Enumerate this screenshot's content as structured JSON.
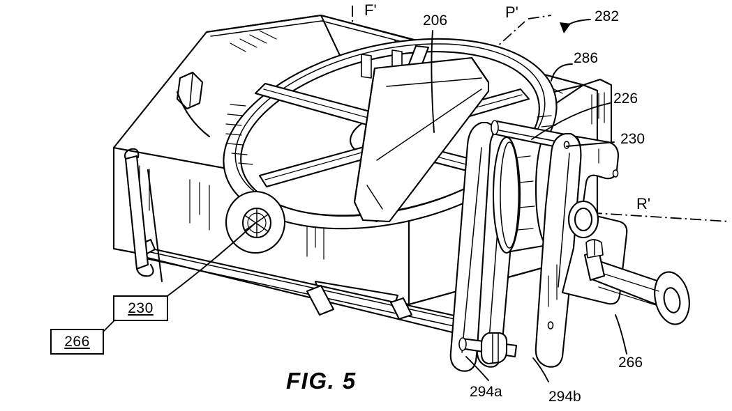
{
  "figure": {
    "caption": "FIG. 5",
    "background_color": "#ffffff",
    "line_color": "#000000",
    "type": "patent-line-drawing",
    "description": "Isometric patent drawing of a rotary turntable assembly mounted in a rectangular housing, with a pulley drum, bracket plates and a drive shaft"
  },
  "axis_labels": [
    {
      "id": "axis-f",
      "text": "F'",
      "orientation": "vertical",
      "style": "dash-dot"
    },
    {
      "id": "axis-p",
      "text": "P'",
      "orientation": "diagonal",
      "style": "dash-dot"
    },
    {
      "id": "axis-r",
      "text": "R'",
      "orientation": "diagonal",
      "style": "dash-dot"
    }
  ],
  "reference_numerals": [
    {
      "id": "ref-206",
      "text": "206",
      "boxed": false,
      "underlined": false
    },
    {
      "id": "ref-282",
      "text": "282",
      "boxed": false,
      "underlined": false,
      "has_arrow": true
    },
    {
      "id": "ref-286",
      "text": "286",
      "boxed": false,
      "underlined": false
    },
    {
      "id": "ref-226",
      "text": "226",
      "boxed": false,
      "underlined": false
    },
    {
      "id": "ref-230-right",
      "text": "230",
      "boxed": false,
      "underlined": false
    },
    {
      "id": "ref-266-right",
      "text": "266",
      "boxed": false,
      "underlined": false
    },
    {
      "id": "ref-294a",
      "text": "294a",
      "boxed": false,
      "underlined": false
    },
    {
      "id": "ref-294b",
      "text": "294b",
      "boxed": false,
      "underlined": false
    }
  ],
  "boxed_labels": [
    {
      "id": "box-230",
      "text": "230",
      "boxed": true,
      "underlined": true
    },
    {
      "id": "box-266",
      "text": "266",
      "boxed": true,
      "underlined": true
    }
  ]
}
